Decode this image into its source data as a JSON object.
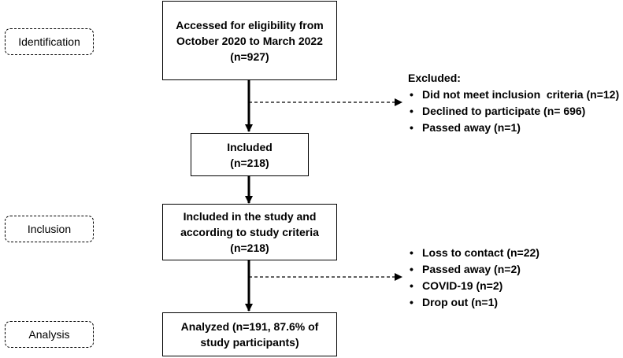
{
  "stages": {
    "identification": "Identification",
    "inclusion": "Inclusion",
    "analysis": "Analysis"
  },
  "boxes": {
    "assessed": [
      "Accessed for eligibility from",
      "October 2020 to March 2022",
      "(n=927)"
    ],
    "included": [
      "Included",
      "(n=218)"
    ],
    "included_study": [
      "Included in the study and",
      "according to study criteria",
      "(n=218)"
    ],
    "analyzed": [
      "Analyzed (n=191, 87.6% of",
      "study participants)"
    ]
  },
  "excluded_first": {
    "title": "Excluded:",
    "items": [
      "Did not meet inclusion  criteria (n=12)",
      "Declined to participate (n= 696)",
      "Passed away (n=1)"
    ]
  },
  "excluded_second": {
    "items": [
      "Loss to contact (n=22)",
      "Passed away (n=2)",
      "COVID-19 (n=2)",
      "Drop out (n=1)"
    ]
  }
}
